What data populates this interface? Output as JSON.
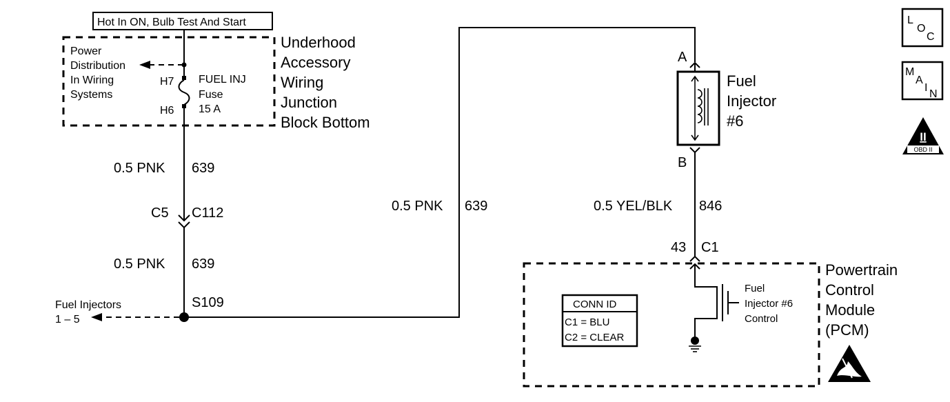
{
  "colors": {
    "line": "#000000",
    "background": "#ffffff"
  },
  "header_box": {
    "label": "Hot In ON, Bulb Test And Start"
  },
  "junction_block": {
    "title_lines": [
      "Underhood",
      "Accessory",
      "Wiring",
      "Junction",
      "Block Bottom"
    ],
    "power_dist_lines": [
      "Power",
      "Distribution",
      "In Wiring",
      "Systems"
    ],
    "terminal_top": "H7",
    "terminal_bottom": "H6",
    "fuse_lines": [
      "FUEL INJ",
      "Fuse",
      "15 A"
    ]
  },
  "left_wire_upper": {
    "gauge_color": "0.5 PNK",
    "circuit": "639"
  },
  "connector_c112": {
    "pin": "C5",
    "connector": "C112"
  },
  "left_wire_lower": {
    "gauge_color": "0.5 PNK",
    "circuit": "639"
  },
  "splice": {
    "label": "S109"
  },
  "fuel_injectors_ref": {
    "lines": [
      "Fuel Injectors",
      "1 – 5"
    ]
  },
  "middle_wire": {
    "gauge_color": "0.5 PNK",
    "circuit": "639"
  },
  "injector": {
    "terminal_a": "A",
    "terminal_b": "B",
    "title_lines": [
      "Fuel",
      "Injector",
      "#6"
    ]
  },
  "right_wire": {
    "gauge_color": "0.5 YEL/BLK",
    "circuit": "846"
  },
  "pcm_connector": {
    "pin": "43",
    "connector": "C1"
  },
  "pcm": {
    "title_lines": [
      "Powertrain",
      "Control",
      "Module",
      "(PCM)"
    ],
    "control_lines": [
      "Fuel",
      "Injector #6",
      "Control"
    ],
    "conn_id": {
      "header": "CONN ID",
      "rows": [
        "C1 = BLU",
        "C2 = CLEAR"
      ]
    }
  },
  "icons": {
    "loc": {
      "name": "loc-icon",
      "letters": [
        "L",
        "O",
        "C"
      ]
    },
    "main": {
      "name": "main-icon",
      "letters": [
        "M",
        "A",
        "I",
        "N"
      ]
    },
    "obd": {
      "name": "obd-ii-icon",
      "numeral": "II",
      "label": "OBD II"
    },
    "esd": {
      "name": "esd-warning-icon"
    }
  }
}
